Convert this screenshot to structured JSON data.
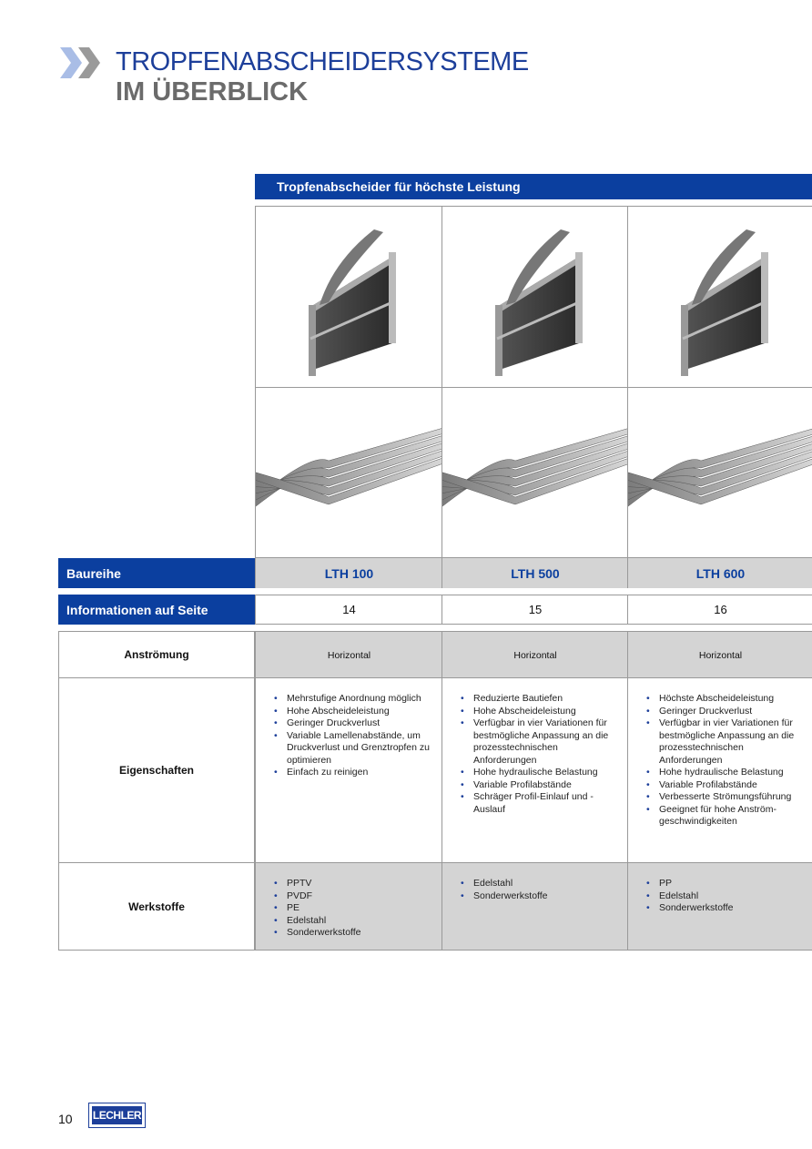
{
  "header": {
    "title_line1": "TROPFENABSCHEIDERSYSTEME",
    "title_line2": "IM ÜBERBLICK"
  },
  "band": "Tropfenabscheider für höchste Leistung",
  "labels": {
    "baureihe": "Baureihe",
    "info": "Informationen auf Seite",
    "anstroemung": "Anströmung",
    "eigenschaften": "Eigenschaften",
    "werkstoffe": "Werkstoffe"
  },
  "columns": [
    {
      "name": "LTH 100",
      "page": "14",
      "anstroemung": "Horizontal",
      "eigenschaften": [
        "Mehrstufige Anordnung möglich",
        "Hohe Abscheideleistung",
        "Geringer Druckverlust",
        "Variable Lamellenabstände, um Druckverlust und Grenztropfen zu optimieren",
        "Einfach zu reinigen"
      ],
      "werkstoffe": [
        "PPTV",
        "PVDF",
        "PE",
        "Edelstahl",
        "Sonderwerkstoffe"
      ]
    },
    {
      "name": "LTH 500",
      "page": "15",
      "anstroemung": "Horizontal",
      "eigenschaften": [
        "Reduzierte Bautiefen",
        "Hohe Abscheideleistung",
        "Verfügbar in vier Variationen für bestmögliche Anpassung an die prozesstechnischen Anforderungen",
        "Hohe hydraulische Belastung",
        "Variable Profilabstände",
        "Schräger Profil-Einlauf und -Auslauf"
      ],
      "werkstoffe": [
        "Edelstahl",
        "Sonderwerkstoffe"
      ]
    },
    {
      "name": "LTH 600",
      "page": "16",
      "anstroemung": "Horizontal",
      "eigenschaften": [
        "Höchste Abscheideleistung",
        "Geringer Druckverlust",
        "Verfügbar in vier Variationen für bestmögliche Anpassung an die prozesstechnischen Anforderungen",
        "Hohe hydraulische Belastung",
        "Variable Profilabstände",
        "Verbesserte Strömungsführung",
        "Geeignet für hohe Anström-geschwindigkeiten"
      ],
      "werkstoffe": [
        "PP",
        "Edelstahl",
        "Sonderwerkstoffe"
      ]
    }
  ],
  "footer": {
    "page_number": "10",
    "logo_text": "LECHLER"
  }
}
